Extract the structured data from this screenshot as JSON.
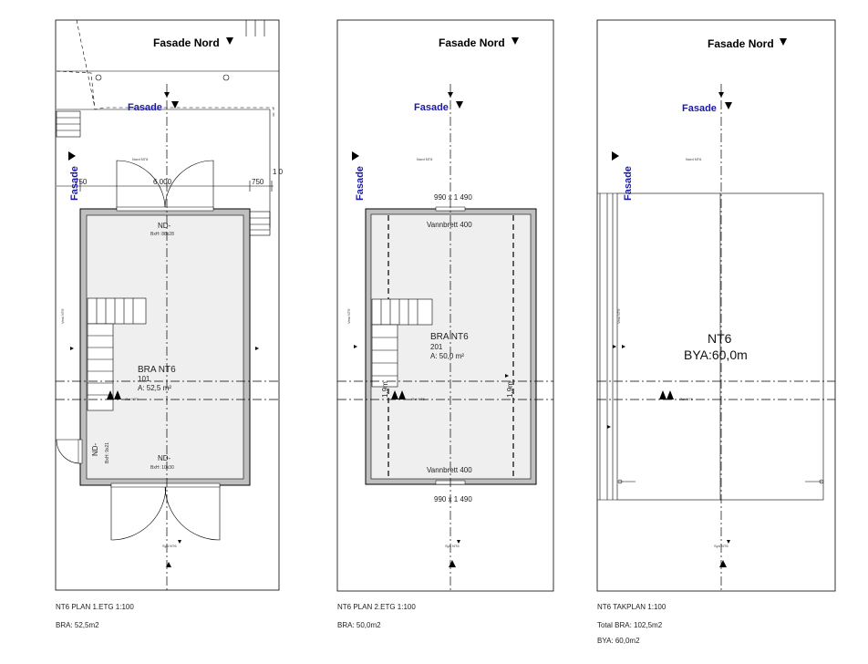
{
  "plan1": {
    "fasade_nord": "Fasade Nord",
    "fasade_top": "Fasade",
    "fasade_side": "Fasade",
    "dim_width": "6 000",
    "dim_left": "750",
    "dim_right": "750",
    "dim_far": "1 0",
    "nord_label": "Nord NT6",
    "vest_label": "Vest NT6",
    "syd_label": "Syd NT6",
    "ost_label": "Øst NT6",
    "nd_top": "ND-",
    "bxh_top": "BxH: 88x28",
    "room_name": "BRA NT6",
    "room_no": "101",
    "room_area": "A:  52,5 m²",
    "nd_bottom": "ND-",
    "bxh_bottom": "BxH: 10x30",
    "nd_side": "ND-",
    "bxh_side": "BxH: 9x21",
    "caption_title": "NT6 PLAN 1.ETG 1:100",
    "caption_bra": "BRA: 52,5m2"
  },
  "plan2": {
    "fasade_nord": "Fasade Nord",
    "fasade_top": "Fasade",
    "fasade_side": "Fasade",
    "nord_label": "Nord NT6",
    "vest_label": "Vest NT6",
    "syd_label": "Syd NT6",
    "ost_label": "Øst NT6",
    "window_top": "990 x 1 490",
    "window_bottom": "990 x 1 490",
    "vannbrett_top": "Vannbrett 400",
    "vannbrett_bottom": "Vannbrett 400",
    "room_name": "BRA NT6",
    "room_no": "201",
    "room_area": "A:  50,0 m²",
    "height_left": "1,9m",
    "height_right": "1,9m",
    "caption_title": "NT6 PLAN 2.ETG 1:100",
    "caption_bra": "BRA: 50,0m2"
  },
  "plan3": {
    "fasade_nord": "Fasade Nord",
    "fasade_top": "Fasade",
    "fasade_side": "Fasade",
    "nord_label": "Nord NT6",
    "vest_label": "Vest NT6",
    "syd_label": "Syd NT6",
    "ost_label": "Øst NT6",
    "roof_name": "NT6",
    "roof_bya": "BYA:60,0m",
    "caption_title": "NT6 TAKPLAN 1:100",
    "caption_total": "Total BRA: 102,5m2",
    "caption_bya": "BYA: 60,0m2"
  }
}
